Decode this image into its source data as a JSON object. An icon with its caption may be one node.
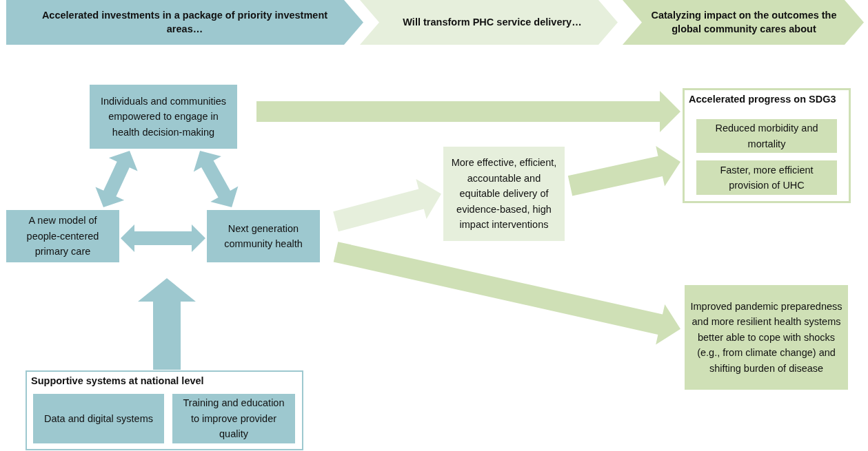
{
  "diagram": {
    "nodes": [
      {
        "text": [
          "Accelerated investments in a package of priority investment areas…"
        ]
      },
      {
        "text": [
          "Will transform PHC service delivery…"
        ]
      },
      {
        "text": [
          "Catalyzing impact on the outcomes the global community cares about"
        ]
      },
      {
        "text": [
          "Individuals and communities empowered to engage in health decision-making"
        ]
      },
      {
        "text": [
          "A new model of people-centered primary care"
        ]
      },
      {
        "text": [
          "Next generation community health"
        ]
      },
      {
        "text": [
          "Supportive systems at national level"
        ]
      },
      {
        "text": [
          "Data and digital systems"
        ],
        "in": 6
      },
      {
        "text": [
          "Training and education to improve provider quality"
        ],
        "in": 6
      },
      {
        "text": [
          "More effective, efficient, accountable and equitable delivery of evidence-based, high impact interventions"
        ]
      },
      {
        "text": [
          "Accelerated progress on SDG3"
        ]
      },
      {
        "text": [
          "Reduced morbidity and mortality"
        ],
        "in": 10
      },
      {
        "text": [
          "Faster, more efficient provision of UHC"
        ],
        "in": 10
      },
      {
        "text": [
          "Improved pandemic preparedness and more resilient health systems better able to cope with shocks (e.g., from climate change) and shifting burden of disease"
        ]
      }
    ],
    "edges": [
      {
        "from": 3,
        "to": 4,
        "arrow": "both",
        "color": "#9dc8cf"
      },
      {
        "from": 3,
        "to": 5,
        "arrow": "both",
        "color": "#9dc8cf"
      },
      {
        "from": 4,
        "to": 5,
        "arrow": "both",
        "color": "#9dc8cf"
      },
      {
        "from": 6,
        "to": null,
        "arrow": "to",
        "color": "#9dc8cf"
      },
      {
        "from": 3,
        "to": 10,
        "arrow": "to"
      },
      {
        "from": 5,
        "to": 9,
        "arrow": "to",
        "color": "#e6efdc"
      },
      {
        "from": 9,
        "to": 10,
        "arrow": "to"
      },
      {
        "from": 5,
        "to": 13,
        "arrow": "to"
      }
    ]
  }
}
